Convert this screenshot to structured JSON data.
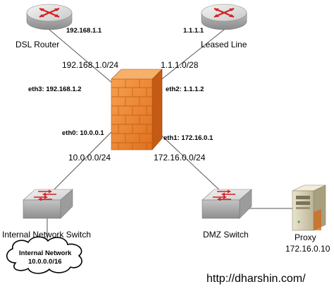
{
  "devices": {
    "dsl_router": {
      "name": "DSL Router",
      "ip": "192.168.1.1"
    },
    "leased_line": {
      "name": "Leased Line",
      "ip": "1.1.1.1"
    },
    "internal_switch": {
      "name": "Internal Network Switch"
    },
    "dmz_switch": {
      "name": "DMZ Switch"
    },
    "proxy": {
      "name": "Proxy",
      "ip": "172.16.0.10"
    },
    "internal_network": {
      "line1": "Internal Network",
      "line2": "10.0.0.0/16"
    }
  },
  "networks": {
    "dsl_net": "192.168.1.0/24",
    "leased_net": "1.1.1.0/28",
    "internal_net": "10.0.0.0/24",
    "dmz_net": "172.16.0.0/24"
  },
  "interfaces": {
    "eth3": "eth3: 192.168.1.2",
    "eth2": "eth2: 1.1.1.2",
    "eth0": "eth0: 10.0.0.1",
    "eth1": "eth1: 172.16.0.1"
  },
  "url": "http://dharshin.com/",
  "colors": {
    "router": "#9a9a9a",
    "router_arrows": "#d42020",
    "firewall": "#f08a2a",
    "firewall_dark": "#c45a14",
    "switch": "#c8c8c8",
    "cloud_outline": "#000000"
  }
}
